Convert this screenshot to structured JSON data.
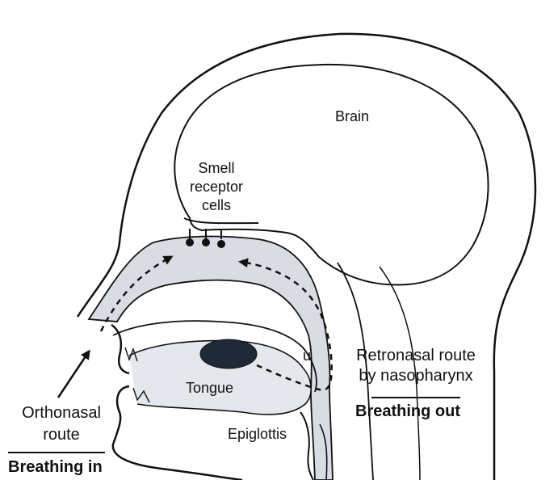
{
  "labels": {
    "brain": "Brain",
    "smell_receptor": [
      "Smell",
      "receptor",
      "cells"
    ],
    "tongue": "Tongue",
    "epiglottis": "Epiglottis",
    "uvula": "u",
    "orthonasal": [
      "Orthonasal",
      "route"
    ],
    "breathing_in": "Breathing in",
    "retronasal": [
      "Retronasal route",
      "by nasopharynx"
    ],
    "breathing_out": "Breathing out"
  },
  "colors": {
    "cavity_fill": "#d9dde3",
    "line": "#111111",
    "food_bolus": "#1f2937"
  },
  "icons": {
    "orthonasal_arrow": "dashed-arrow-up",
    "retronasal_arrow": "dashed-arrow-curved",
    "receptor_dots": "receptor-dot"
  }
}
